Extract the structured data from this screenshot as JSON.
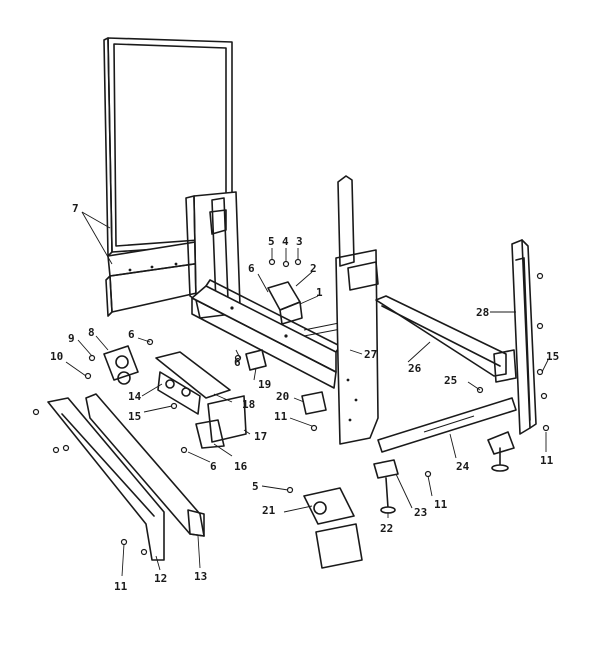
{
  "colors": {
    "ink": "#1a1a1a",
    "paper": "#ffffff"
  },
  "callouts": [
    {
      "id": "c7",
      "label": "7"
    },
    {
      "id": "c5a",
      "label": "5"
    },
    {
      "id": "c4",
      "label": "4"
    },
    {
      "id": "c3",
      "label": "3"
    },
    {
      "id": "c6a",
      "label": "6"
    },
    {
      "id": "c2",
      "label": "2"
    },
    {
      "id": "c1",
      "label": "1"
    },
    {
      "id": "c28",
      "label": "28"
    },
    {
      "id": "c9",
      "label": "9"
    },
    {
      "id": "c8",
      "label": "8"
    },
    {
      "id": "c6b",
      "label": "6"
    },
    {
      "id": "c10",
      "label": "10"
    },
    {
      "id": "c6c",
      "label": "6"
    },
    {
      "id": "c19",
      "label": "19"
    },
    {
      "id": "c27",
      "label": "27"
    },
    {
      "id": "c26",
      "label": "26"
    },
    {
      "id": "c15a",
      "label": "15"
    },
    {
      "id": "c14",
      "label": "14"
    },
    {
      "id": "c18",
      "label": "18"
    },
    {
      "id": "c20",
      "label": "20"
    },
    {
      "id": "c25",
      "label": "25"
    },
    {
      "id": "c15b",
      "label": "15"
    },
    {
      "id": "c11a",
      "label": "11"
    },
    {
      "id": "c17",
      "label": "17"
    },
    {
      "id": "c11b",
      "label": "11"
    },
    {
      "id": "c6d",
      "label": "6"
    },
    {
      "id": "c16",
      "label": "16"
    },
    {
      "id": "c24",
      "label": "24"
    },
    {
      "id": "c5b",
      "label": "5"
    },
    {
      "id": "c11c",
      "label": "11"
    },
    {
      "id": "c23",
      "label": "23"
    },
    {
      "id": "c21",
      "label": "21"
    },
    {
      "id": "c22",
      "label": "22"
    },
    {
      "id": "c11d",
      "label": "11"
    },
    {
      "id": "c12",
      "label": "12"
    },
    {
      "id": "c13",
      "label": "13"
    }
  ]
}
